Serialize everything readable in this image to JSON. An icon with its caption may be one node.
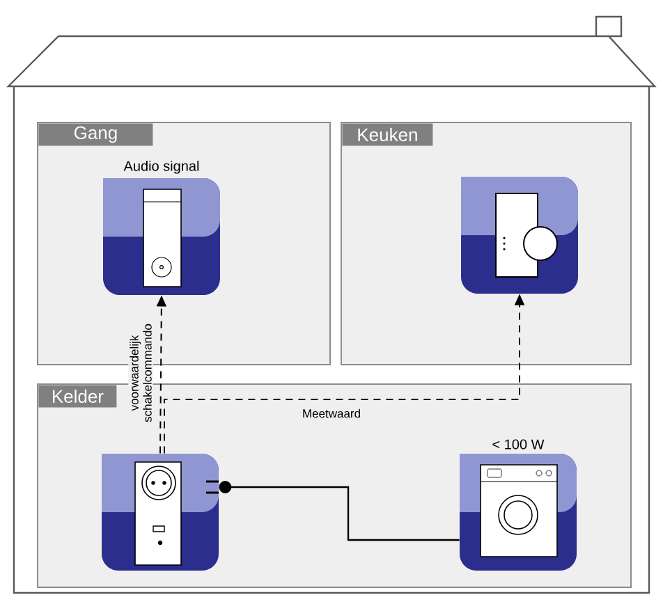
{
  "diagram": {
    "nodes": [
      {
        "text": [
          "Gang"
        ]
      },
      {
        "text": [
          "Audio signal"
        ],
        "in": 0
      },
      {
        "text": [
          "Keuken"
        ]
      },
      {
        "text": [],
        "shape": "picture",
        "in": 2
      },
      {
        "text": [
          "Kelder"
        ]
      },
      {
        "text": [],
        "shape": "picture",
        "in": 4
      },
      {
        "text": [
          "< 100 W"
        ],
        "in": 4
      }
    ],
    "edges": [
      {
        "from": 5,
        "to": 1,
        "arrow": "to",
        "style": "dashed",
        "label": "voorwaardelijk schakelcommando"
      },
      {
        "from": 5,
        "to": 3,
        "arrow": "to",
        "style": "dashed",
        "label": "Meetwaard"
      },
      {
        "from": 5,
        "to": 6,
        "arrow": "other"
      }
    ]
  }
}
